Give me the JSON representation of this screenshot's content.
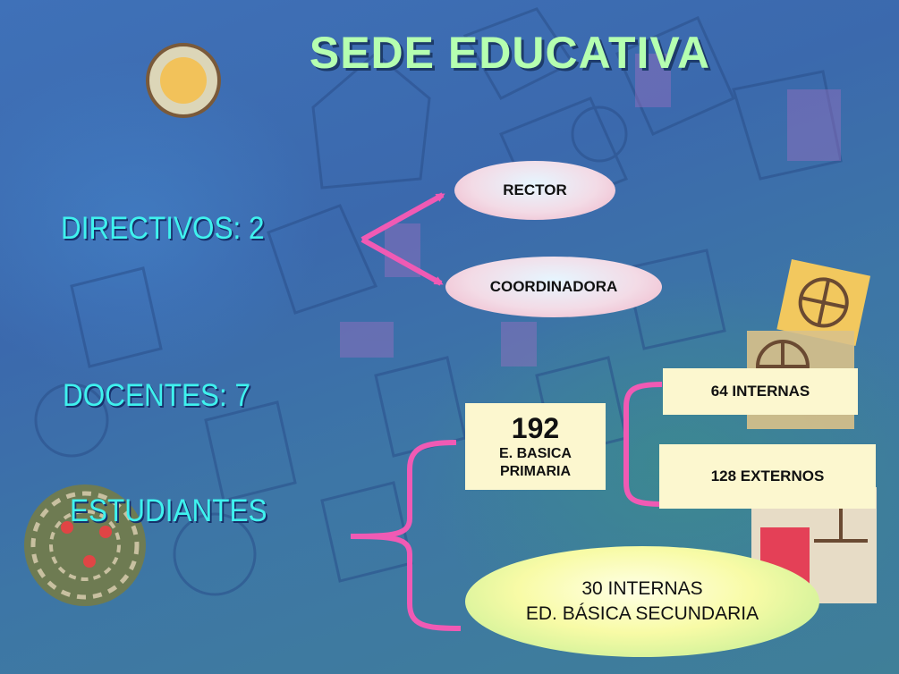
{
  "title": "SEDE EDUCATIVA",
  "labels": {
    "directivos": "DIRECTIVOS: 2",
    "docentes": "DOCENTES: 7",
    "estudiantes": "ESTUDIANTES"
  },
  "directivos_nodes": {
    "rector": "RECTOR",
    "coordinadora": "COORDINADORA"
  },
  "primaria": {
    "count": "192",
    "line1": "E. BASICA",
    "line2": "PRIMARIA"
  },
  "primaria_split": {
    "internas": "64 INTERNAS",
    "externos": "128 EXTERNOS"
  },
  "secundaria": {
    "line1": "30 INTERNAS",
    "line2": "ED. BÁSICA SECUNDARIA"
  },
  "colors": {
    "title": "#b5ffb0",
    "label": "#3ff2ee",
    "connector": "#f05ab4"
  }
}
